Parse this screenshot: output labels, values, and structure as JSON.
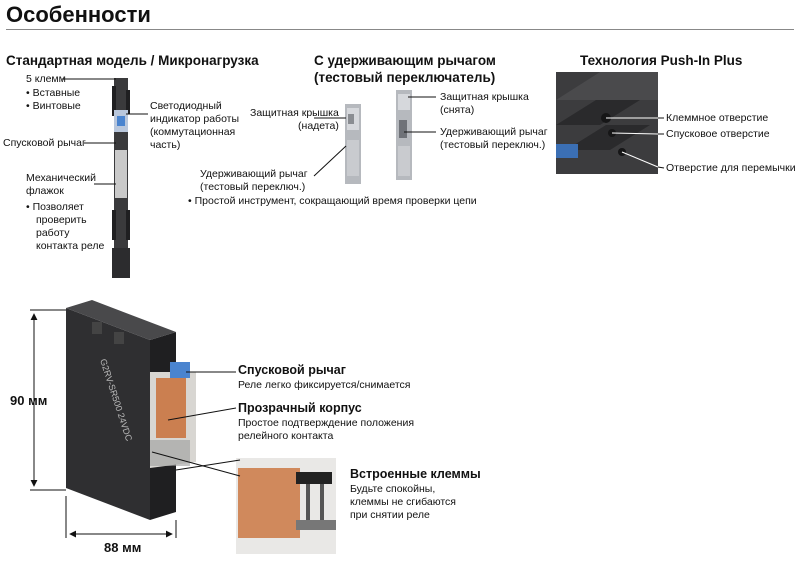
{
  "page": {
    "title": "Особенности"
  },
  "section_standard": {
    "heading": "Стандартная модель / Микронагрузка",
    "terminals": "5 клемм",
    "terminal_types": [
      "Вставные",
      "Винтовые"
    ],
    "led_indicator": [
      "Светодиодный",
      "индикатор работы",
      "(коммутационная",
      "часть)"
    ],
    "release_lever": "Спусковой рычаг",
    "mech_flag": [
      "Механический",
      "флажок"
    ],
    "flag_note": [
      "Позволяет",
      "проверить",
      "работу",
      "контакта реле"
    ]
  },
  "section_hold": {
    "heading": [
      "С удерживающим рычагом",
      "(тестовый переключатель)"
    ],
    "cover_on": [
      "Защитная крышка",
      "(надета)"
    ],
    "cover_off": [
      "Защитная крышка",
      "(снята)"
    ],
    "hold_lever_left": [
      "Удерживающий рычаг",
      "(тестовый переключ.)"
    ],
    "hold_lever_right": [
      "Удерживающий рычаг",
      "(тестовый переключ.)"
    ],
    "note": "Простой инструмент, сокращающий время проверки цепи"
  },
  "section_pushin": {
    "heading": "Технология Push-In Plus",
    "labels": [
      "Клеммное отверстие",
      "Спусковое отверстие",
      "Отверстие для перемычки"
    ]
  },
  "section_main": {
    "height_dim": "90 мм",
    "width_dim": "88 мм",
    "release_lever_title": "Спусковой рычаг",
    "release_lever_desc": "Реле легко фиксируется/снимается",
    "case_title": "Прозрачный корпус",
    "case_desc": [
      "Простое подтверждение положения",
      "релейного контакта"
    ],
    "terminals_title": "Встроенные клеммы",
    "terminals_desc": [
      "Будьте спокойны,",
      "клеммы не сгибаются",
      "при снятии реле"
    ],
    "device_marking": "G2RV-SR500 24VDC"
  },
  "colors": {
    "device_body": "#3a3a3c",
    "device_dark": "#252527",
    "lever_blue": "#4a84cf",
    "relay_copper": "#c9703a",
    "relay_clear": "#d8d6d2",
    "grey_switch": "#a9adb3"
  }
}
